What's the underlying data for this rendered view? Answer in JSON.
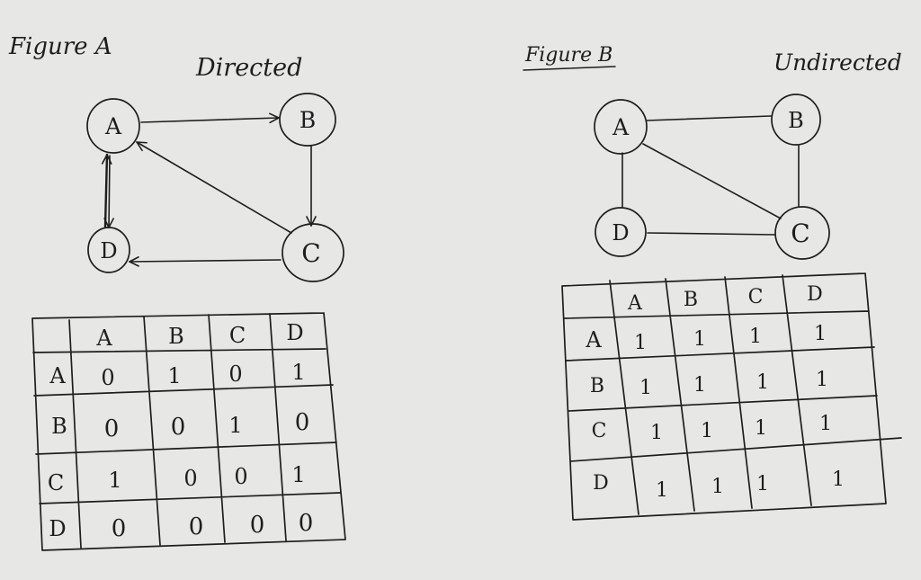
{
  "figure_a": {
    "caption": "Figure A",
    "kind": "Directed",
    "nodes": [
      "A",
      "B",
      "C",
      "D"
    ],
    "edges": [
      {
        "from": "A",
        "to": "B"
      },
      {
        "from": "B",
        "to": "C"
      },
      {
        "from": "C",
        "to": "A"
      },
      {
        "from": "C",
        "to": "D"
      },
      {
        "from": "A",
        "to": "D"
      },
      {
        "from": "D",
        "to": "A"
      }
    ],
    "matrix": {
      "col_headers": [
        "A",
        "B",
        "C",
        "D"
      ],
      "rows": [
        {
          "label": "A",
          "values": [
            "0",
            "1",
            "0",
            "1"
          ]
        },
        {
          "label": "B",
          "values": [
            "0",
            "0",
            "1",
            "0"
          ]
        },
        {
          "label": "C",
          "values": [
            "1",
            "0",
            "0",
            "1"
          ]
        },
        {
          "label": "D",
          "values": [
            "0",
            "0",
            "0",
            "0"
          ]
        }
      ]
    }
  },
  "figure_b": {
    "caption": "Figure B",
    "kind": "Undirected",
    "nodes": [
      "A",
      "B",
      "C",
      "D"
    ],
    "edges": [
      {
        "from": "A",
        "to": "B"
      },
      {
        "from": "A",
        "to": "C"
      },
      {
        "from": "A",
        "to": "D"
      },
      {
        "from": "B",
        "to": "C"
      },
      {
        "from": "C",
        "to": "D"
      }
    ],
    "matrix": {
      "col_headers": [
        "A",
        "B",
        "C",
        "D"
      ],
      "rows": [
        {
          "label": "A",
          "values": [
            "1",
            "1",
            "1",
            "1"
          ]
        },
        {
          "label": "B",
          "values": [
            "1",
            "1",
            "1",
            "1"
          ]
        },
        {
          "label": "C",
          "values": [
            "1",
            "1",
            "1",
            "1"
          ]
        },
        {
          "label": "D",
          "values": [
            "1",
            "1",
            "1",
            "1"
          ]
        }
      ]
    }
  },
  "colors": {
    "paper": "#e7e7e5",
    "ink": "#1e1e1e"
  }
}
